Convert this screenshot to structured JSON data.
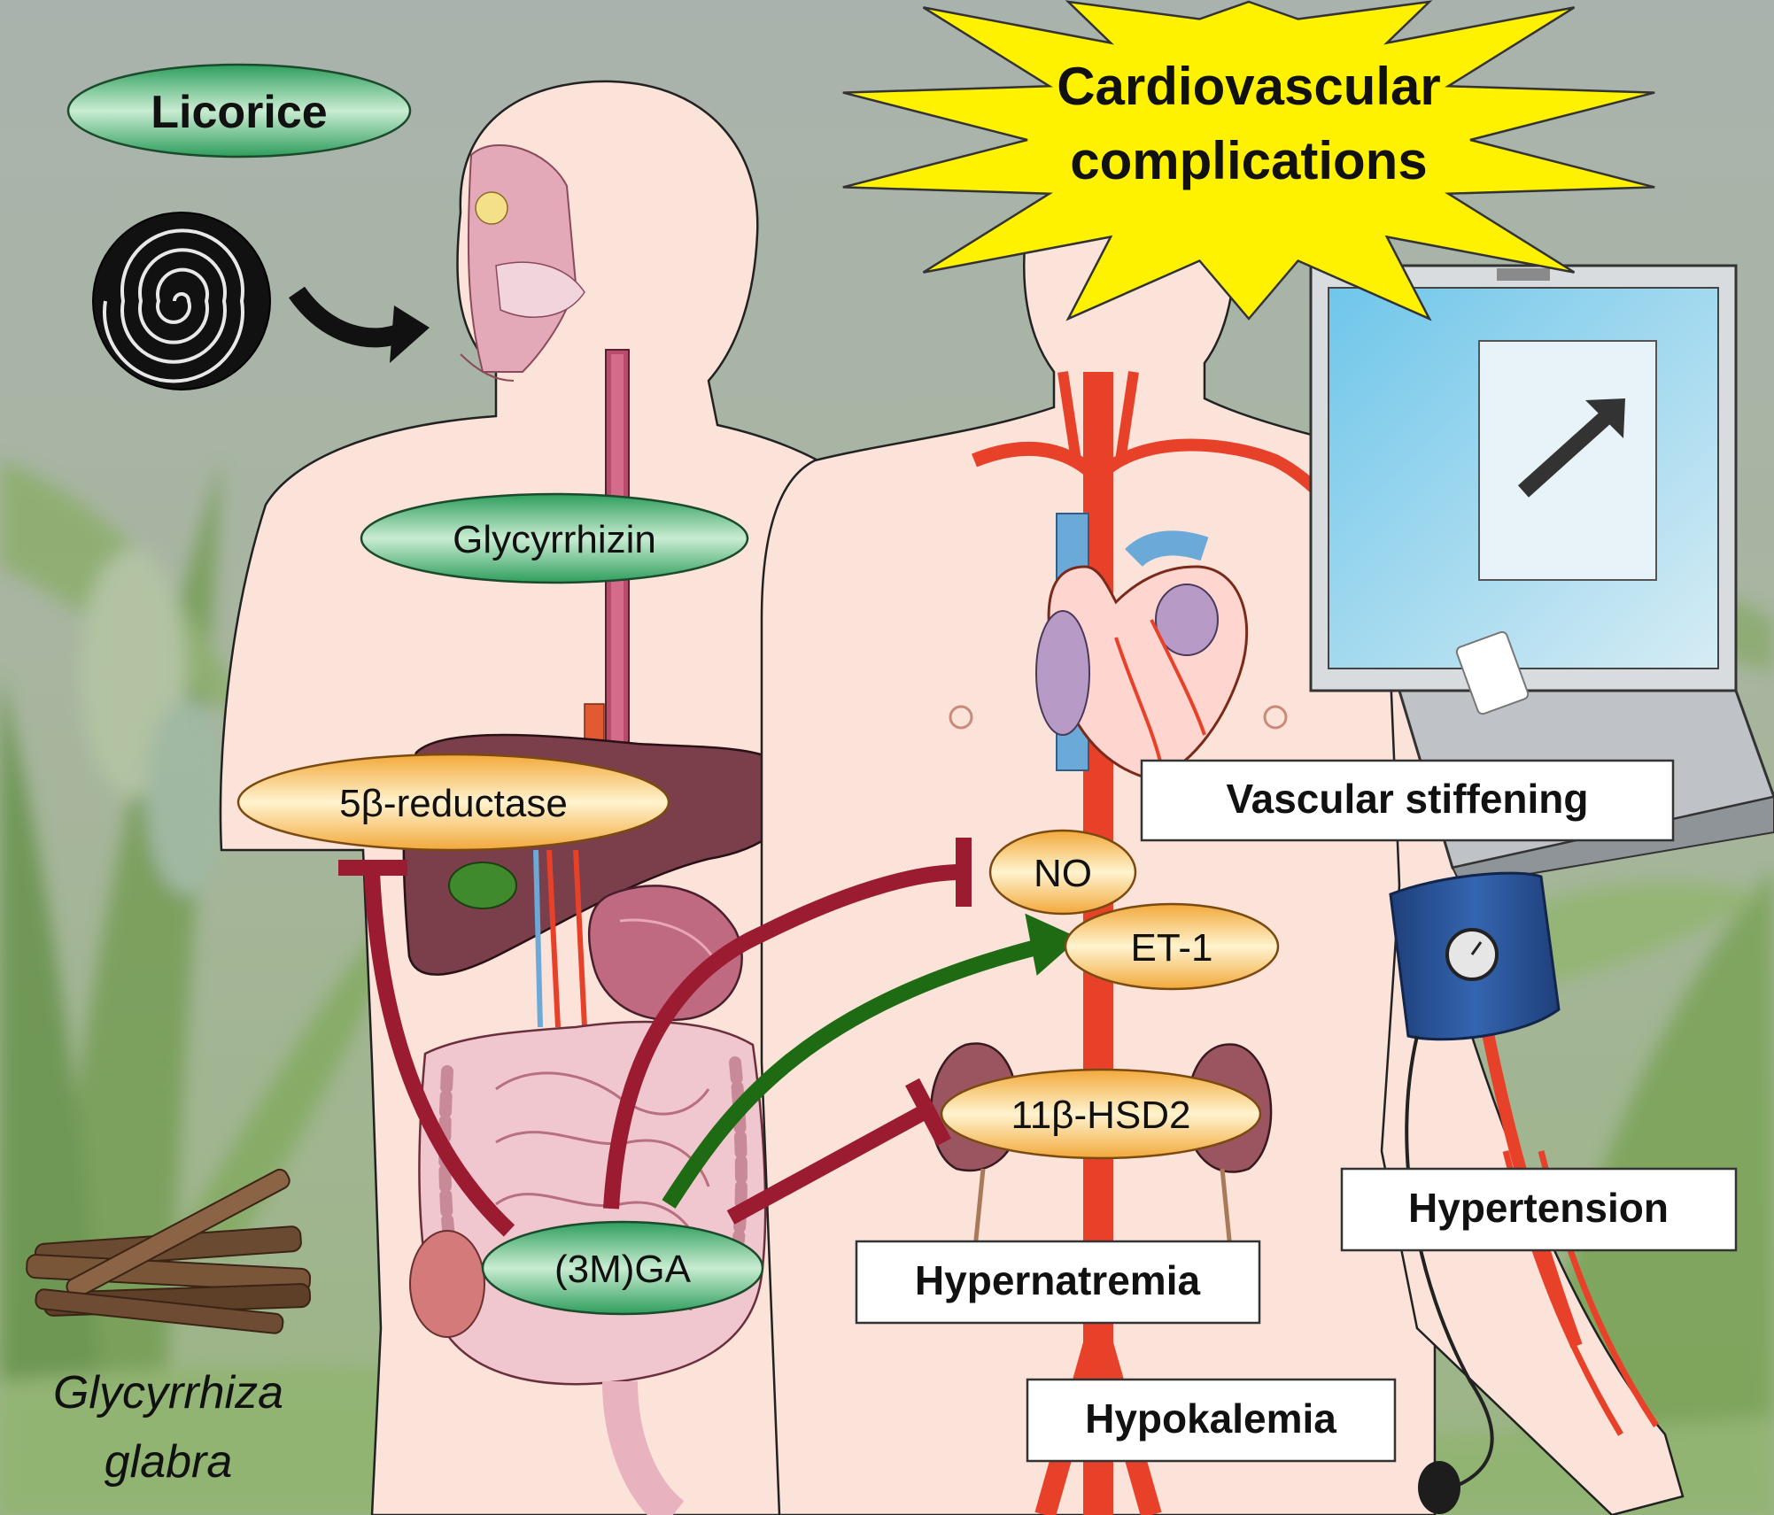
{
  "labels": {
    "licorice": "Licorice",
    "glycyrrhizin": "Glycyrrhizin",
    "reductase": "5β-reductase",
    "no": "NO",
    "et1": "ET-1",
    "hsd2": "11β-HSD2",
    "ga": "(3M)GA",
    "title_line1": "Cardiovascular",
    "title_line2": "complications",
    "vascular_stiffening": "Vascular stiffening",
    "hypertension": "Hypertension",
    "hypernatremia": "Hypernatremia",
    "hypokalemia": "Hypokalemia",
    "plant_line1": "Glycyrrhiza",
    "plant_line2": "glabra"
  },
  "colors": {
    "inhibit_arrow": "#9b1b30",
    "activate_arrow": "#1f6b14",
    "green_ellipse": "#2e9e5c",
    "orange_ellipse": "#f2a93b",
    "starburst": "#fff200",
    "artery": "#e8412a",
    "vein": "#6aa9d8",
    "skin": "#fbe3da"
  },
  "icons": {
    "laptop": "laptop-monitor-icon",
    "cuff": "blood-pressure-cuff-icon",
    "candy": "licorice-spiral-icon",
    "sticks": "licorice-root-sticks-icon"
  }
}
